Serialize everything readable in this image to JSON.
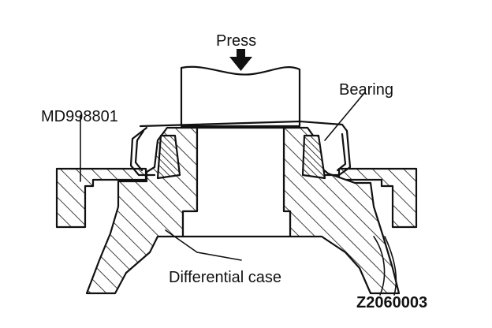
{
  "labels": {
    "press": "Press",
    "bearing": "Bearing",
    "tool": "MD998801",
    "case": "Differential case",
    "figure_code": "Z2060003"
  }
}
